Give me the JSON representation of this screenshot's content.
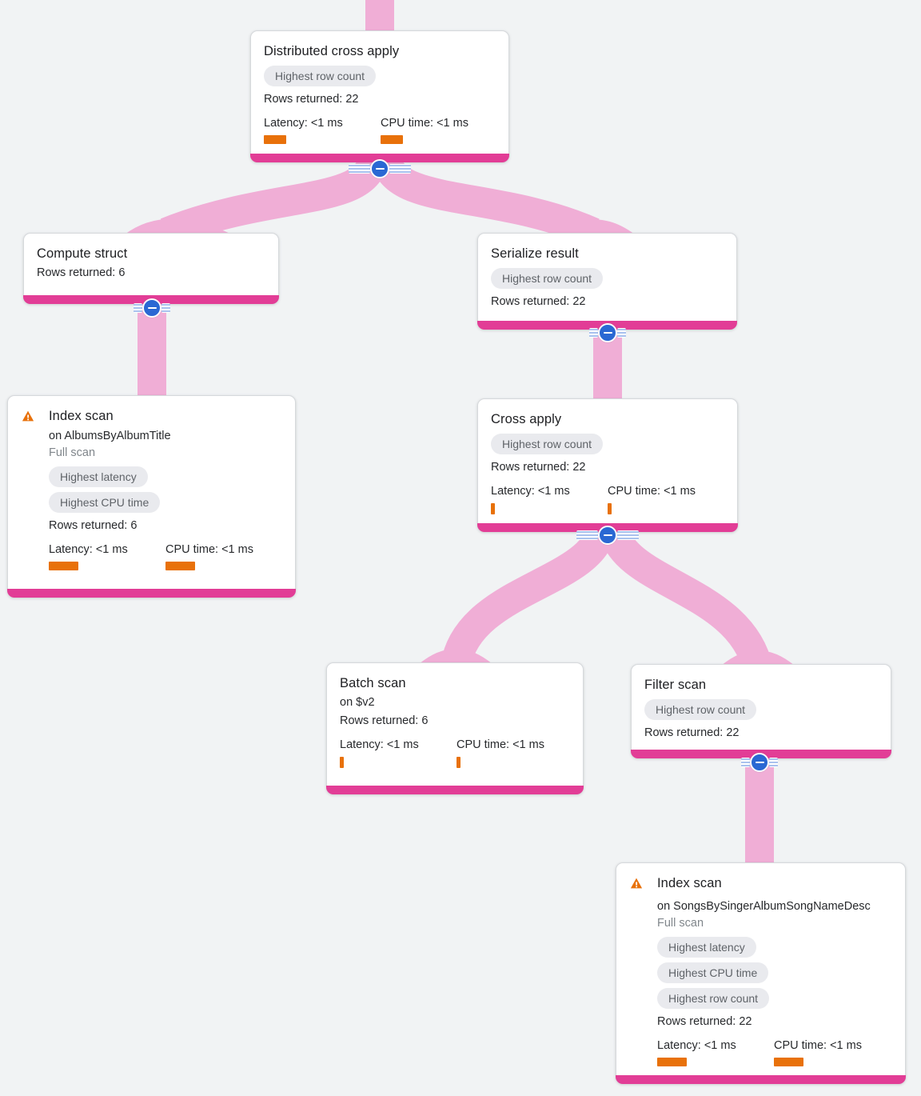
{
  "app": "Query execution plan graph",
  "colors": {
    "background": "#f1f3f4",
    "node_footer_pink": "#e23d96",
    "ribbon_pink": "#f0aed6",
    "collapse_blue": "#2a68d3",
    "metric_orange": "#e8710a",
    "badge_bg": "#e9eaee",
    "badge_text": "#5f6368",
    "muted_text": "#80868b"
  },
  "icons": {
    "warning": "warning-icon (orange triangle with exclamation)",
    "collapse": "collapse-minus-icon (blue circle with minus)"
  },
  "nodes": {
    "distributed_cross_apply": {
      "title": "Distributed cross apply",
      "badges": [
        "Highest row count"
      ],
      "rows": "Rows returned: 22",
      "latency_label": "Latency: <1 ms",
      "cpu_label": "CPU time: <1 ms",
      "latency_bar": 28,
      "cpu_bar": 28
    },
    "compute_struct": {
      "title": "Compute struct",
      "rows": "Rows returned: 6"
    },
    "serialize_result": {
      "title": "Serialize result",
      "badges": [
        "Highest row count"
      ],
      "rows": "Rows returned: 22"
    },
    "index_scan_albums": {
      "title": "Index scan",
      "subtitle": "on AlbumsByAlbumTitle",
      "note": "Full scan",
      "badges": [
        "Highest latency",
        "Highest CPU time"
      ],
      "rows": "Rows returned: 6",
      "latency_label": "Latency: <1 ms",
      "cpu_label": "CPU time: <1 ms",
      "latency_bar": 37,
      "cpu_bar": 37
    },
    "cross_apply": {
      "title": "Cross apply",
      "badges": [
        "Highest row count"
      ],
      "rows": "Rows returned: 22",
      "latency_label": "Latency: <1 ms",
      "cpu_label": "CPU time: <1 ms",
      "latency_bar": 5,
      "cpu_bar": 5
    },
    "batch_scan": {
      "title": "Batch scan",
      "subtitle": "on $v2",
      "rows": "Rows returned: 6",
      "latency_label": "Latency: <1 ms",
      "cpu_label": "CPU time: <1 ms",
      "latency_bar": 5,
      "cpu_bar": 5
    },
    "filter_scan": {
      "title": "Filter scan",
      "badges": [
        "Highest row count"
      ],
      "rows": "Rows returned: 22"
    },
    "index_scan_songs": {
      "title": "Index scan",
      "subtitle": "on SongsBySingerAlbumSongNameDesc",
      "note": "Full scan",
      "badges": [
        "Highest latency",
        "Highest CPU time",
        "Highest row count"
      ],
      "rows": "Rows returned: 22",
      "latency_label": "Latency: <1 ms",
      "cpu_label": "CPU time: <1 ms",
      "latency_bar": 37,
      "cpu_bar": 37
    }
  },
  "edges": [
    {
      "from": "root",
      "to": "distributed_cross_apply"
    },
    {
      "from": "distributed_cross_apply",
      "to": "compute_struct"
    },
    {
      "from": "distributed_cross_apply",
      "to": "serialize_result"
    },
    {
      "from": "compute_struct",
      "to": "index_scan_albums"
    },
    {
      "from": "serialize_result",
      "to": "cross_apply"
    },
    {
      "from": "cross_apply",
      "to": "batch_scan"
    },
    {
      "from": "cross_apply",
      "to": "filter_scan"
    },
    {
      "from": "filter_scan",
      "to": "index_scan_songs"
    }
  ]
}
